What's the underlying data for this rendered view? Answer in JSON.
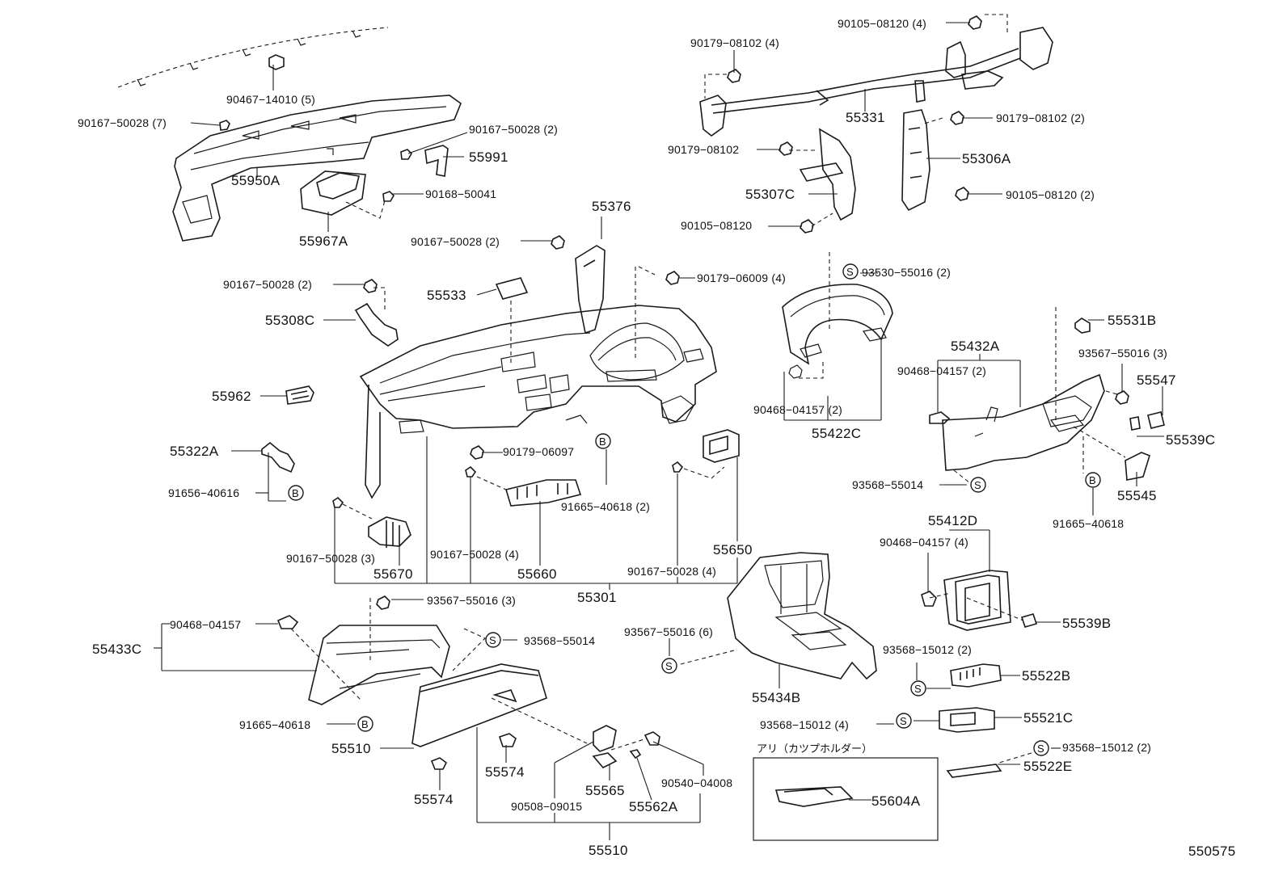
{
  "diagram": {
    "figure_code": "550575",
    "callout_note": "アリ（カツプホルダー）",
    "circle_markers": {
      "s": "S",
      "b": "B"
    },
    "labels": {
      "p90467_14010": "90467−14010 (5)",
      "p90167_50028_7": "90167−50028 (7)",
      "p90167_50028_2a": "90167−50028 (2)",
      "p55991": "55991",
      "p90168_50041": "90168−50041",
      "p55950A": "55950A",
      "p55967A": "55967A",
      "p90105_08120_4": "90105−08120 (4)",
      "p90179_08102_4": "90179−08102 (4)",
      "p55331": "55331",
      "p90179_08102_2": "90179−08102 (2)",
      "p90179_08102": "90179−08102",
      "p55306A": "55306A",
      "p55307C": "55307C",
      "p90105_08120_2": "90105−08120 (2)",
      "p90105_08120": "90105−08120",
      "p55376": "55376",
      "p90167_50028_2b": "90167−50028 (2)",
      "p90179_06009_4": "90179−06009 (4)",
      "p93530_55016_2": "93530−55016 (2)",
      "p90167_50028_2c": "90167−50028 (2)",
      "p55533": "55533",
      "p55308C": "55308C",
      "p55531B": "55531B",
      "p55432A": "55432A",
      "p93567_55016_3a": "93567−55016 (3)",
      "p90468_04157_2a": "90468−04157 (2)",
      "p55547": "55547",
      "p55962": "55962",
      "p90468_04157_2b": "90468−04157 (2)",
      "p55422C": "55422C",
      "p55539C": "55539C",
      "p90179_06097": "90179−06097",
      "p55322A": "55322A",
      "p91665_40618_2": "91665−40618 (2)",
      "p93568_55014a": "93568−55014",
      "p55545": "55545",
      "p91656_40616": "91656−40616",
      "p91665_40618a": "91665−40618",
      "p55412D": "55412D",
      "p90468_04157_4": "90468−04157 (4)",
      "p90167_50028_3": "90167−50028 (3)",
      "p90167_50028_4a": "90167−50028 (4)",
      "p55650": "55650",
      "p55670": "55670",
      "p55660": "55660",
      "p90167_50028_4b": "90167−50028 (4)",
      "p55301": "55301",
      "p93567_55016_3b": "93567−55016 (3)",
      "p90468_04157": "90468−04157",
      "p55539B": "55539B",
      "p55433C": "55433C",
      "p93568_55014b": "93568−55014",
      "p93567_55016_6": "93567−55016 (6)",
      "p93568_15012_2a": "93568−15012 (2)",
      "p55522B": "55522B",
      "p55434B": "55434B",
      "p91665_40618b": "91665−40618",
      "p93568_15012_4": "93568−15012 (4)",
      "p55521C": "55521C",
      "p55510a": "55510",
      "p93568_15012_2b": "93568−15012 (2)",
      "p55522E": "55522E",
      "p55574a": "55574",
      "p55574b": "55574",
      "p55565": "55565",
      "p90540_04008": "90540−04008",
      "p55604A": "55604A",
      "p90508_09015": "90508−09015",
      "p55562A": "55562A",
      "p55510b": "55510"
    }
  }
}
